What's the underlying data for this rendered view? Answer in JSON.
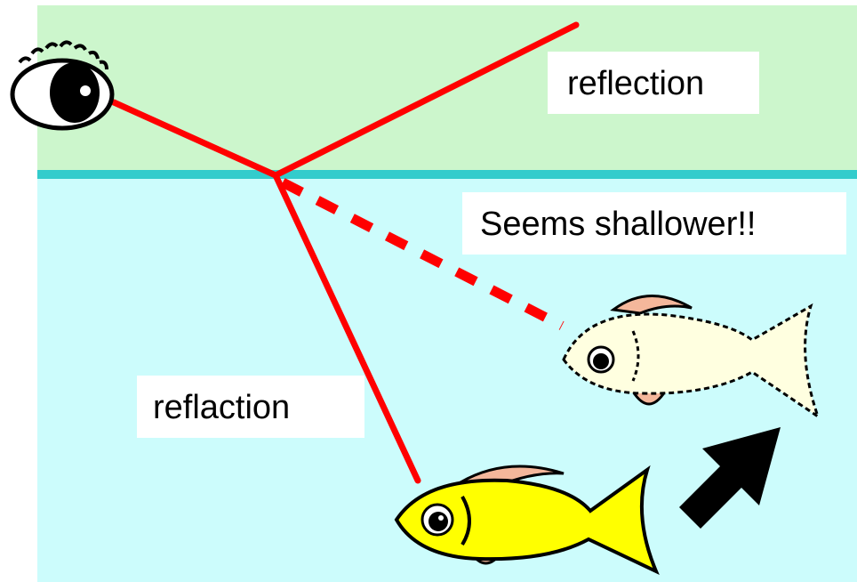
{
  "diagram": {
    "labels": {
      "reflection": "reflection",
      "illusion": "Seems shallower!!",
      "refraction": "reflaction"
    },
    "colors": {
      "air": "#ccf6cc",
      "water": "#ccfcfc",
      "surface_line": "#33cccc",
      "ray": "#ff0000",
      "label_box": "#ffffff",
      "real_fish": "#ffff00",
      "apparent_fish": "#ffffe0",
      "fin": "#f4b79b",
      "arrow": "#000000"
    },
    "icons": [
      "eye-icon",
      "real-fish-icon",
      "apparent-fish-icon",
      "up-arrow-icon"
    ]
  }
}
